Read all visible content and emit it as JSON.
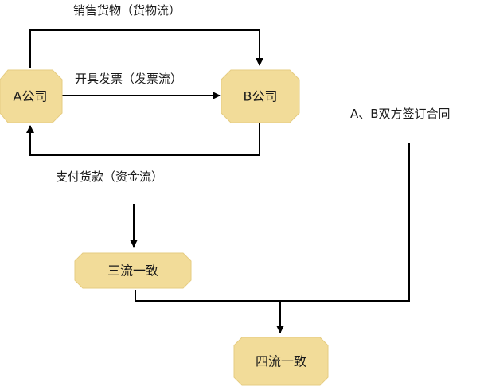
{
  "nodes": {
    "company_a": "A公司",
    "company_b": "B公司",
    "three_flows": "三流一致",
    "four_flows": "四流一致"
  },
  "edges": {
    "goods": "销售货物（货物流）",
    "invoice": "开具发票（发票流）",
    "payment": "支付货款（资金流）",
    "contract": "A、B双方签订合同"
  },
  "colors": {
    "node_fill": "#f2dc99",
    "line": "#000000"
  }
}
